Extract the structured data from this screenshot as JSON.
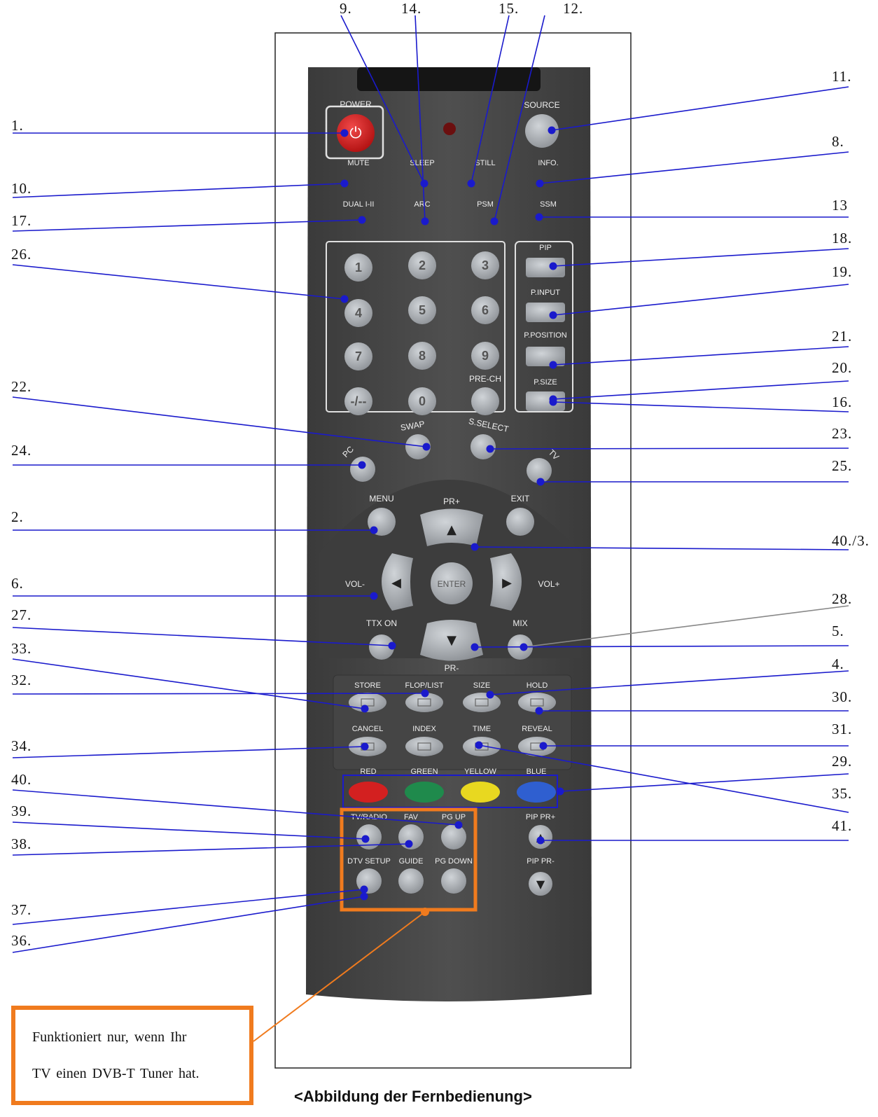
{
  "caption": "<Abbildung der Fernbedienung>",
  "note": {
    "line1": "Funktioniert nur, wenn Ihr",
    "line2": "TV einen DVB-T Tuner hat."
  },
  "callouts": {
    "top": [
      "9.",
      "14.",
      "15.",
      "12."
    ],
    "left": [
      "1.",
      "10.",
      "17.",
      "26.",
      "22.",
      "24.",
      "2.",
      "6.",
      "27.",
      "33.",
      "32.",
      "34.",
      "40.",
      "39.",
      "38.",
      "37.",
      "36."
    ],
    "right": [
      "11.",
      "8.",
      "13",
      "18.",
      "19.",
      "21.",
      "20.",
      "16.",
      "23.",
      "25.",
      "40./3.",
      "28.",
      "5.",
      "4.",
      "30.",
      "31.",
      "29.",
      "35.",
      "41."
    ]
  },
  "buttons": {
    "power": "POWER",
    "source": "SOURCE",
    "row1": [
      "MUTE",
      "SLEEP",
      "STILL",
      "INFO."
    ],
    "row2": [
      "DUAL I-II",
      "ARC",
      "PSM",
      "SSM"
    ],
    "digits": [
      "1",
      "2",
      "3",
      "4",
      "5",
      "6",
      "7",
      "8",
      "9",
      "-/--",
      "0"
    ],
    "prech": "PRE-CH",
    "pip": [
      "PIP",
      "P.INPUT",
      "P.POSITION",
      "P.SIZE"
    ],
    "swap": "SWAP",
    "sselect": "S.SELECT",
    "pc": "PC",
    "tv": "TV",
    "menu": "MENU",
    "exit": "EXIT",
    "prplus": "PR+",
    "prminus": "PR-",
    "volminus": "VOL-",
    "volplus": "VOL+",
    "enter": "ENTER",
    "ttx": "TTX ON",
    "mix": "MIX",
    "teletext1": [
      "STORE",
      "FLOP/LIST",
      "SIZE",
      "HOLD"
    ],
    "teletext2": [
      "CANCEL",
      "INDEX",
      "TIME",
      "REVEAL"
    ],
    "colors": [
      "RED",
      "GREEN",
      "YELLOW",
      "BLUE"
    ],
    "dvb1": [
      "TV/RADIO",
      "FAV",
      "PG UP"
    ],
    "dvb2": [
      "DTV SETUP",
      "GUIDE",
      "PG DOWN"
    ],
    "pippr": [
      "PIP PR+",
      "PIP PR-"
    ]
  },
  "colors": {
    "remote_body": "#4a4a4a",
    "button_grey": "#a9adb2",
    "power_red": "#d8232a",
    "leader_blue": "#1a1acc",
    "highlight_orange": "#f07b1e",
    "red": "#d32020",
    "green": "#1f8a4c",
    "yellow": "#e8d820",
    "blue": "#2f5fd0"
  }
}
